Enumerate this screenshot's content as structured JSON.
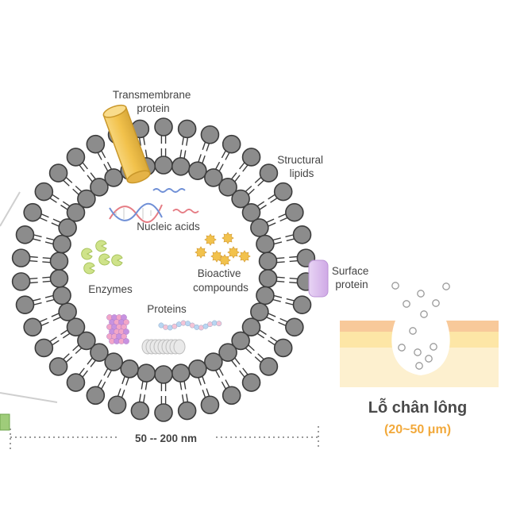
{
  "labels": {
    "transmembrane_protein": [
      "Transmembrane",
      "protein"
    ],
    "structural_lipids": [
      "Structural",
      "lipids"
    ],
    "nucleic_acids": "Nucleic acids",
    "enzymes": "Enzymes",
    "bioactive_compounds": [
      "Bioactive",
      "compounds"
    ],
    "proteins": "Proteins",
    "surface_protein": [
      "Surface",
      "protein"
    ],
    "size_range": "50 -- 200 nm",
    "pore_title": "Lỗ chân lông",
    "pore_size": "(20~50 μm)"
  },
  "colors": {
    "lipid_head": "#8c8c8c",
    "lipid_head_stroke": "#3c3c3c",
    "transmembrane": "#f2c24c",
    "surface_protein": "#dcc0ec",
    "pore_size_text": "#f2a93b",
    "skin_top": "#f8c99a",
    "skin_mid": "#fde6a6",
    "skin_base": "#fdf0cf",
    "enzyme": "#cfe38a",
    "bioactive": "#f2c24c",
    "green_marker": "#9fcc7a"
  },
  "icons": [
    "lipid-bilayer-icon",
    "dna-icon",
    "enzyme-icon",
    "bioactive-icon",
    "protein-icon",
    "pore-icon"
  ]
}
